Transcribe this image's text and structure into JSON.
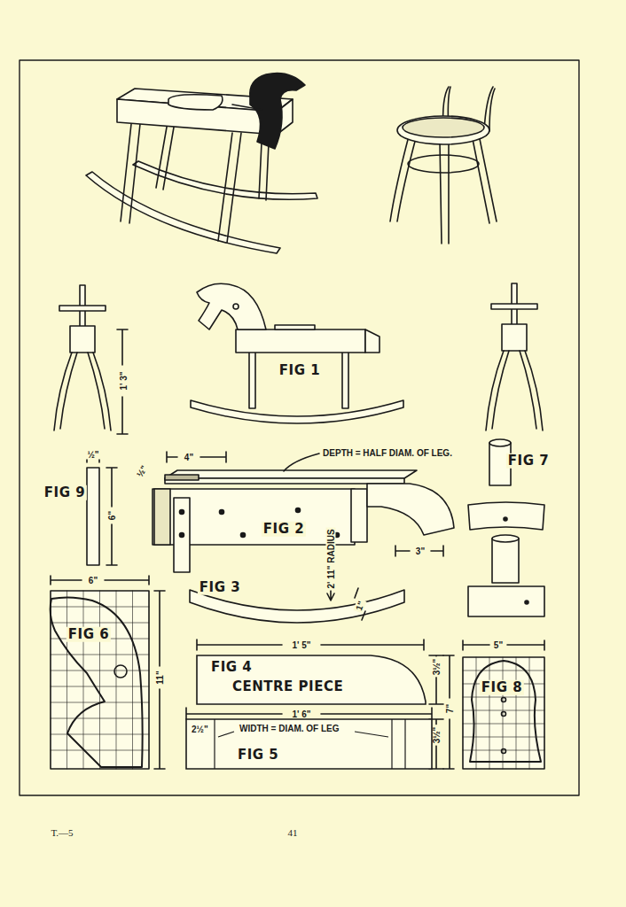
{
  "diagram": {
    "nodes": [
      {
        "text": [
          "FIG 4",
          "CENTRE PIECE"
        ]
      },
      {
        "text": [
          "2½\"",
          "WIDTH = DIAM. OF LEG",
          "FIG 5"
        ]
      }
    ],
    "labels": [
      "1' 3\"",
      "FIG 1",
      "4\"",
      "½\"",
      "DEPTH = HALF DIAM. OF LEG.",
      "FIG 2",
      "3\"",
      "FIG 7",
      "FIG 9",
      "½\"",
      "6\"",
      "2' 11\" RADIUS",
      "FIG 3",
      "1\"",
      "6\"",
      "FIG 6",
      "11\"",
      "1' 5\"",
      "3½\"",
      "7\"",
      "3½\"",
      "1' 6\"",
      "5\"",
      "FIG 8",
      "T.—5",
      "41"
    ]
  }
}
